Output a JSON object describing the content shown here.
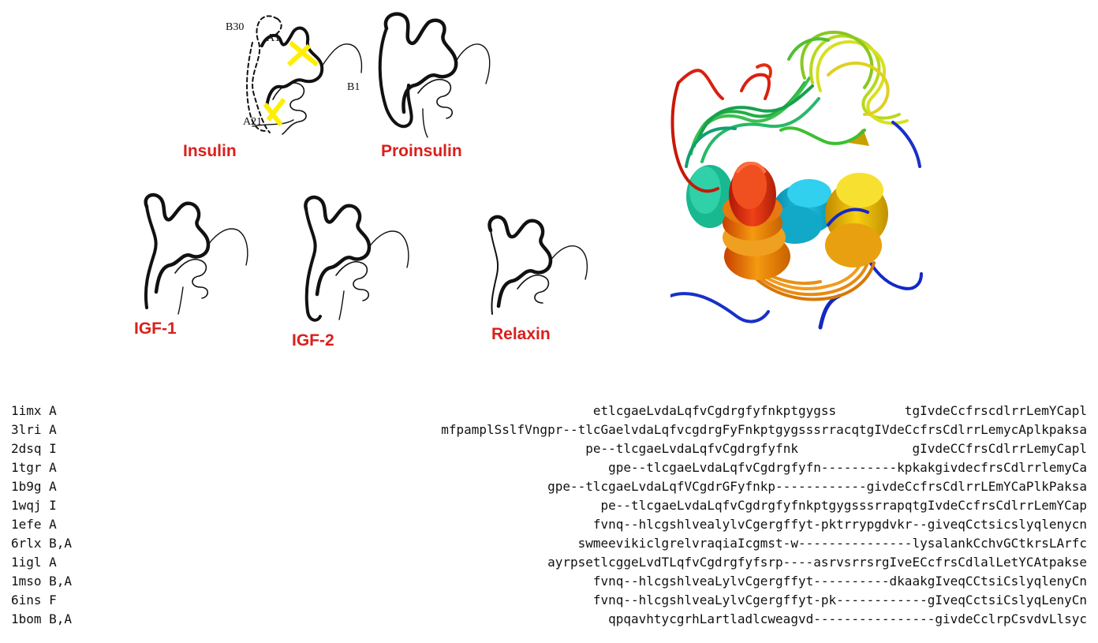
{
  "diagrams": {
    "insulin": {
      "caption": "Insulin",
      "markers": {
        "b30": "B30",
        "a1": "A1",
        "b1": "B1",
        "a21": "A21"
      }
    },
    "proinsulin": {
      "caption": "Proinsulin"
    },
    "igf1": {
      "caption": "IGF-1"
    },
    "igf2": {
      "caption": "IGF-2"
    },
    "relaxin": {
      "caption": "Relaxin"
    }
  },
  "colors": {
    "caption": "#d9201c",
    "highlight_red": "#e02a1e",
    "highlight_blue": "#1d3fd8",
    "disulfide_bond": "#ffee00",
    "cartoon_gradient": [
      "#1428c8",
      "#00c0e0",
      "#20c040",
      "#d0e000",
      "#f09000",
      "#e02010"
    ]
  },
  "alignment": {
    "rows": [
      {
        "id": "1imx A",
        "sequence": "etlcgaeLvdaLqfvCgdrgfyfnkptgygss         tgIvdeCcfrscdlrrLemYCapl"
      },
      {
        "id": "3lri A",
        "sequence": "mfpamplSslfVngpr--tlcGaelvdaLqfvcgdrgFyFnkptgygsssrracqtgIVdeCcfrsCdlrrLemycAplkpaksa"
      },
      {
        "id": "2dsq I",
        "sequence": "pe--tlcgaeLvdaLqfvCgdrgfyfnk               gIvdeCCfrsCdlrrLemyCapl"
      },
      {
        "id": "1tgr A",
        "sequence": "gpe--tlcgaeLvdaLqfvCgdrgfyfn----------kpkakgivdecfrsCdlrrlemyCa"
      },
      {
        "id": "1b9g A",
        "sequence": "gpe--tlcgaeLvdaLqfVCgdrGFyfnkp------------givdeCcfrsCdlrrLEmYCaPlkPaksa"
      },
      {
        "id": "1wqj I",
        "sequence": "pe--tlcgaeLvdaLqfvCgdrgfyfnkptgygsssrrapqtgIvdeCcfrsCdlrrLemYCap"
      },
      {
        "id": "1efe A",
        "sequence": "fvnq--hlcgshlvealylvCgergffyt-pktrrypgdvkr--giveqCctsicslyqlenycn"
      },
      {
        "id": "6rlx B,A",
        "sequence": "swmeevikiclgrelvraqiaIcgmst-w---------------lysalankCchvGCtkrsLArfc"
      },
      {
        "id": "1igl A",
        "sequence": "ayrpsetlcggeLvdTLqfvCgdrgfyfsrp----asrvsrrsrgIveECcfrsCdlalLetYCAtpakse"
      },
      {
        "id": "1mso B,A",
        "sequence": "fvnq--hlcgshlveaLylvCgergffyt----------dkaakgIveqCCtsiCslyqlenyCn"
      },
      {
        "id": "6ins F",
        "sequence": "fvnq--hlcgshlveaLylvCgergffyt-pk------------gIveqCctsiCslyqLenyCn"
      },
      {
        "id": "1bom B,A",
        "sequence": "qpqavhtycgrhLartladlcweagvd----------------givdeCclrpCsvdvLlsyc"
      }
    ]
  }
}
